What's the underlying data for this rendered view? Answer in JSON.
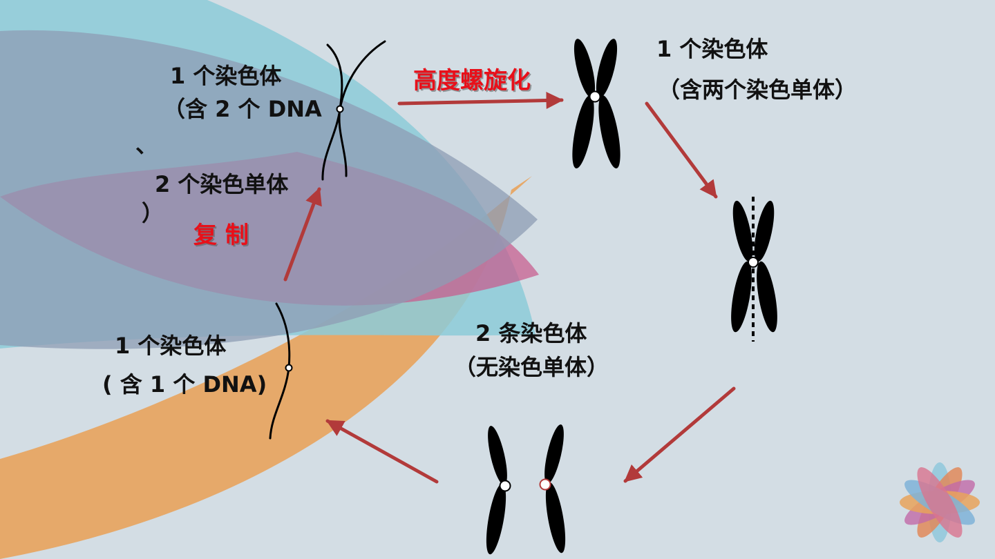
{
  "colors": {
    "background": "#d3dde4",
    "arrow": "#b23a3a",
    "chromosome": "#000000",
    "emphasis_text": "#e8101a",
    "text": "#111111"
  },
  "labels": {
    "top_left_line1": "1 个染色体",
    "top_left_line2": "（含 2 个 DNA",
    "top_left_line3": "、",
    "top_left_line4": "2 个染色单体",
    "top_left_line5": "）",
    "replication": "复   制",
    "condensation": "高度螺旋化",
    "top_right_line1": "1 个染色体",
    "top_right_line2": "（含两个染色单体）",
    "bottom_mid_line1": "2 条染色体",
    "bottom_mid_line2": "（无染色单体）",
    "bottom_left_line1": "1 个染色体",
    "bottom_left_line2": "( 含 1 个 DNA)"
  }
}
